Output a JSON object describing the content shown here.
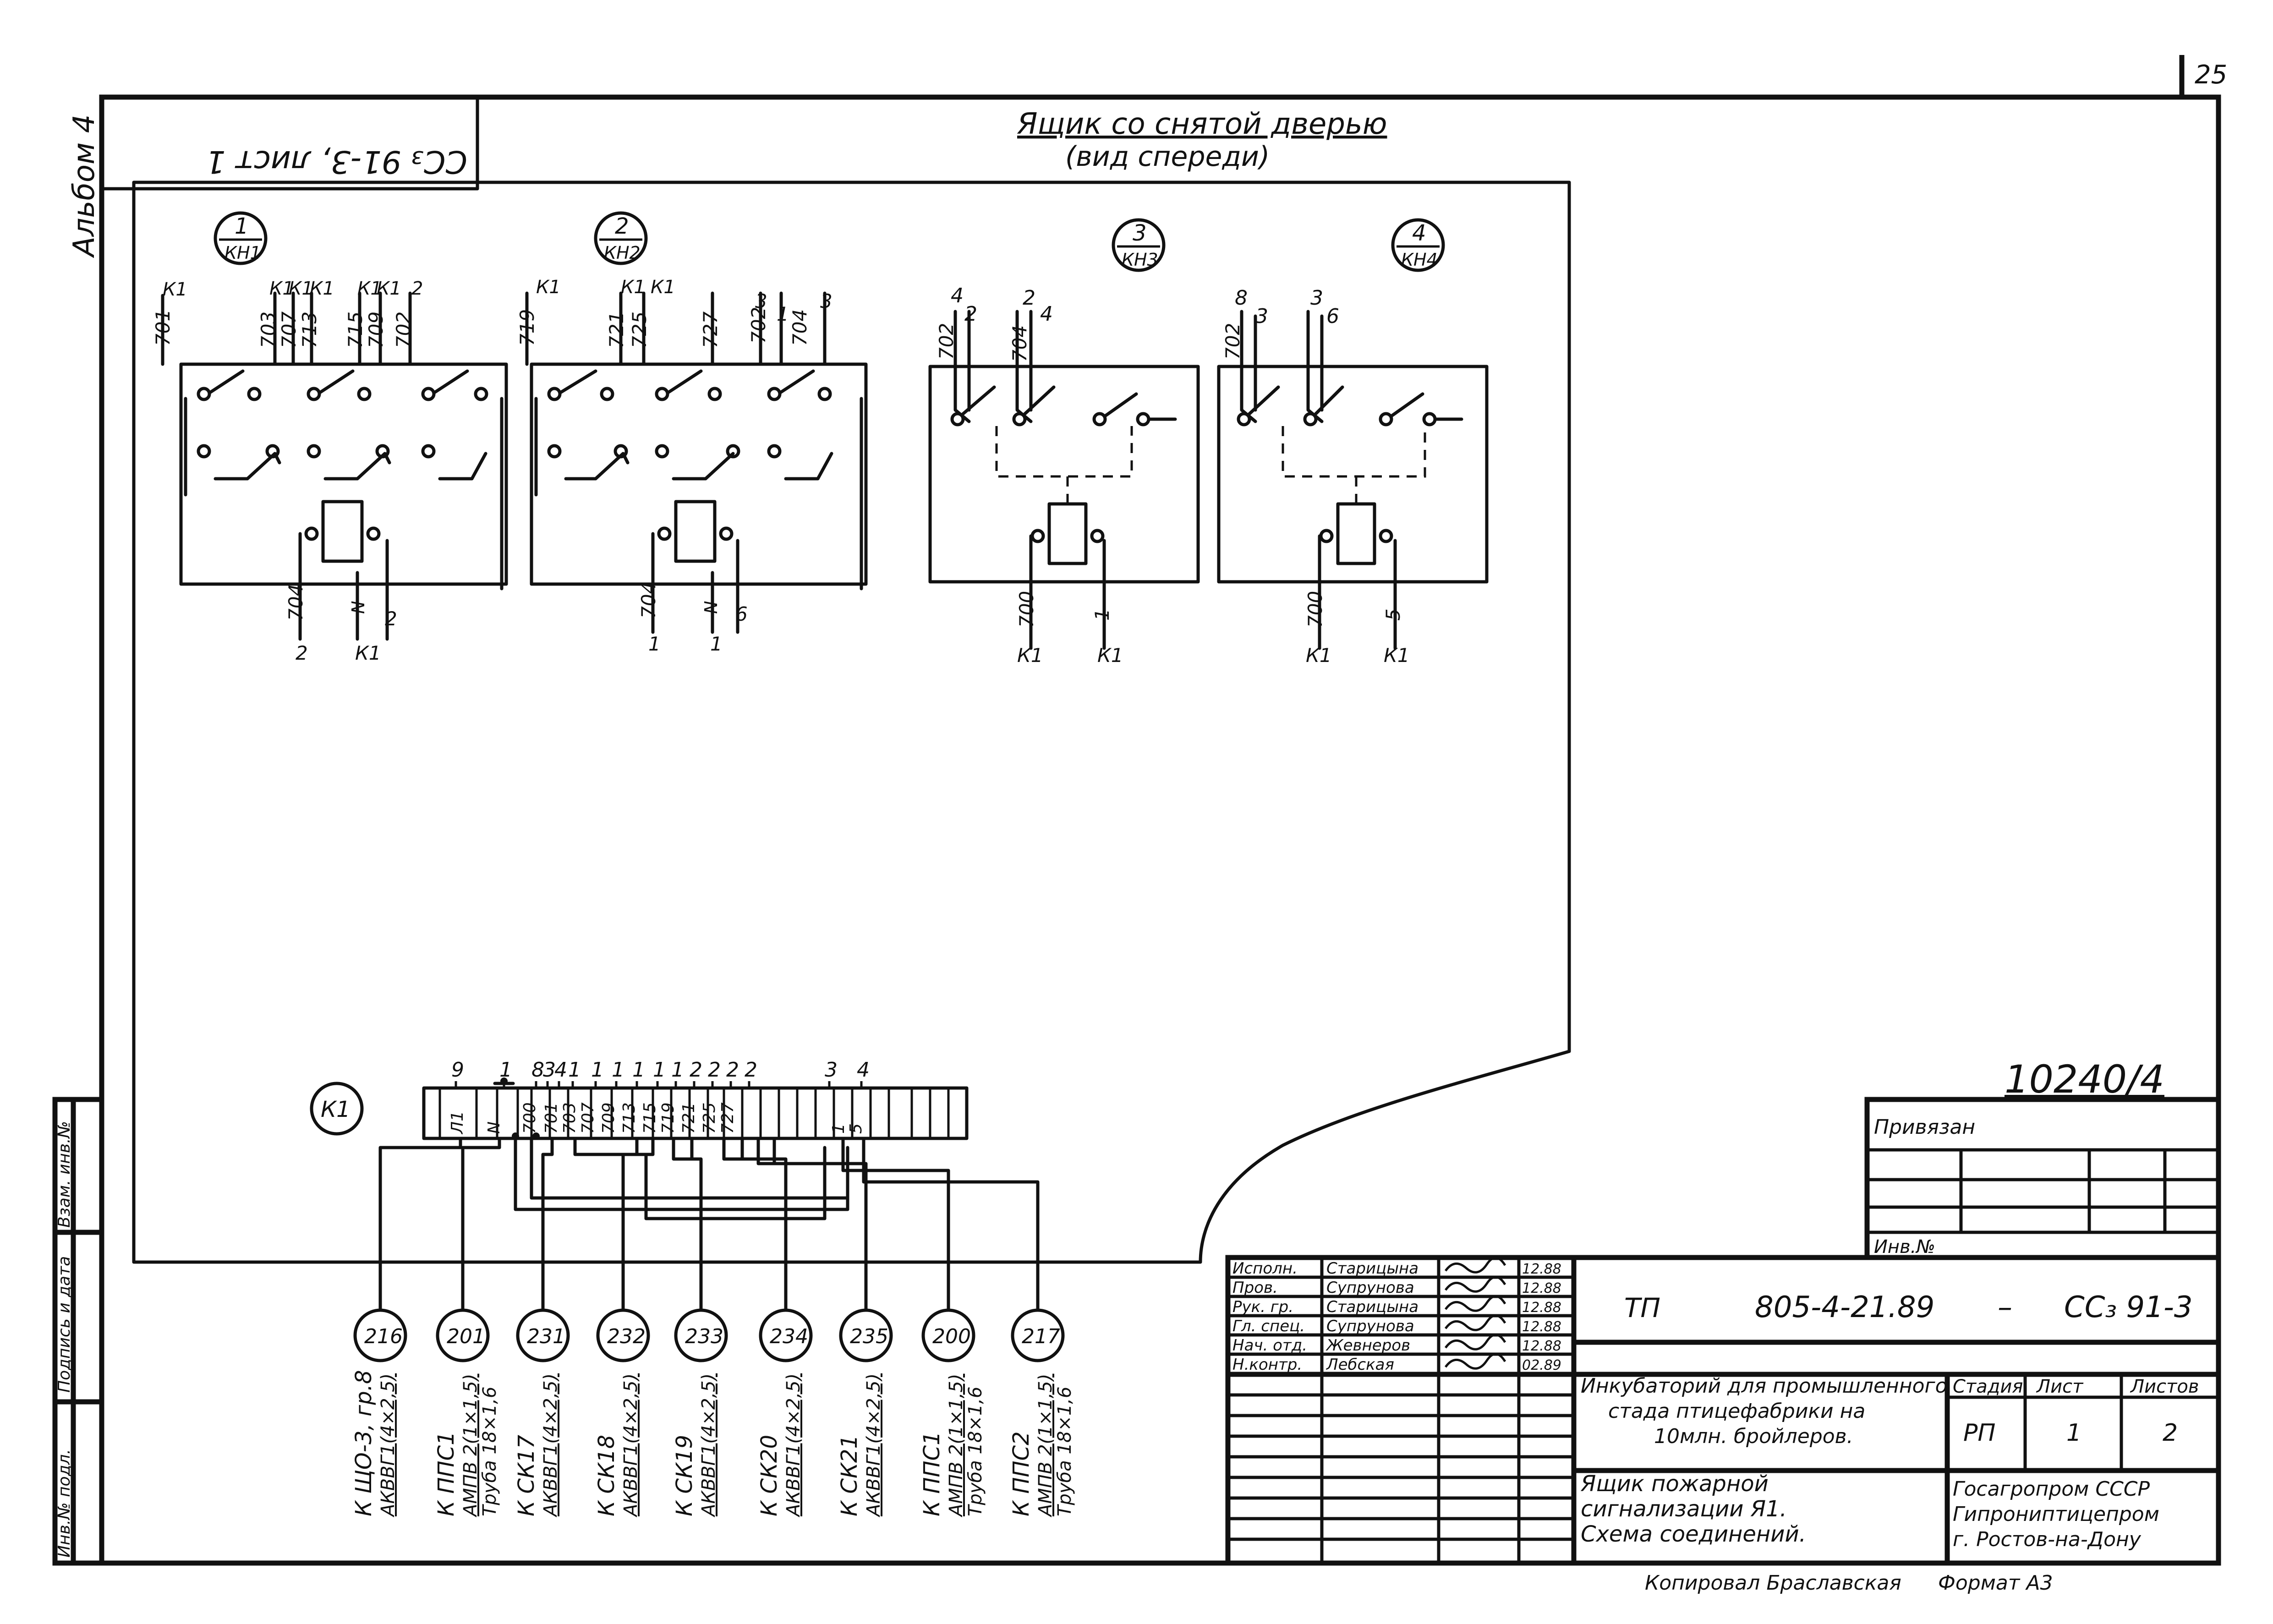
{
  "sheet": {
    "sheet_corner_number": "25",
    "album_label": "Альбом 4",
    "rotated_stamp": "СС₃ 91-3, лист 1",
    "view_title": "Ящик со снятой дверью",
    "view_subtitle": "(вид спереди)",
    "binding_number": "10240/4"
  },
  "relays": [
    {
      "id": "1",
      "tag": "КН1",
      "top_wires": [
        "701",
        "К1",
        "703",
        "К1",
        "707",
        "К1",
        "713",
        "К1",
        "715",
        "К1",
        "709",
        "К1",
        "702",
        "2"
      ],
      "bottom_wires": [
        "704",
        "2",
        "N",
        "К1",
        "2"
      ]
    },
    {
      "id": "2",
      "tag": "КН2",
      "top_wires": [
        "719",
        "К1",
        "721",
        "К1",
        "725",
        "К1",
        "727",
        "702",
        "3",
        "1",
        "704",
        "3"
      ],
      "bottom_wires": [
        "704",
        "1",
        "N",
        "1",
        "6"
      ]
    },
    {
      "id": "3",
      "tag": "КН3",
      "top_wires": [
        "702",
        "4",
        "2",
        "704",
        "2",
        "4"
      ],
      "bottom_wires": [
        "700",
        "К1",
        "1",
        "К1"
      ]
    },
    {
      "id": "4",
      "tag": "КН4",
      "top_wires": [
        "702",
        "8",
        "3",
        "3",
        "6"
      ],
      "bottom_wires": [
        "700",
        "К1",
        "5",
        "К1"
      ]
    }
  ],
  "terminal_block": {
    "tag": "К1",
    "top_numbers": [
      "9",
      "1",
      "8",
      "3",
      "4",
      "1",
      "1",
      "1",
      "1",
      "1",
      "1",
      "2",
      "2",
      "2",
      "2",
      "3",
      "4"
    ],
    "cells": [
      "Л1",
      "N",
      "700",
      "701",
      "703",
      "707",
      "709",
      "713",
      "715",
      "719",
      "721",
      "725",
      "727",
      "1",
      "5"
    ]
  },
  "cables": [
    {
      "number": "216",
      "dest": "К ЩО-3, гр.8",
      "cable": "АКВВГ1(4×2,5)",
      "pipe": ""
    },
    {
      "number": "201",
      "dest": "К ППС1",
      "cable": "АМПВ 2(1×1,5)",
      "pipe": "Труба 18×1,6"
    },
    {
      "number": "231",
      "dest": "К СК17",
      "cable": "АКВВГ1(4×2,5)",
      "pipe": ""
    },
    {
      "number": "232",
      "dest": "К СК18",
      "cable": "АКВВГ1(4×2,5)",
      "pipe": ""
    },
    {
      "number": "233",
      "dest": "К СК19",
      "cable": "АКВВГ1(4×2,5)",
      "pipe": ""
    },
    {
      "number": "234",
      "dest": "К СК20",
      "cable": "АКВВГ1(4×2,5)",
      "pipe": ""
    },
    {
      "number": "235",
      "dest": "К СК21",
      "cable": "АКВВГ1(4×2,5)",
      "pipe": ""
    },
    {
      "number": "200",
      "dest": "К ППС1",
      "cable": "АМПВ 2(1×1,5)",
      "pipe": "Труба 18×1,6"
    },
    {
      "number": "217",
      "dest": "К ППС2",
      "cable": "АМПВ 2(1×1,5)",
      "pipe": "Труба 18×1,6"
    }
  ],
  "left_strip": [
    "Инв.№ подл.",
    "Подпись и дата",
    "Взам. инв.№"
  ],
  "binding_block": {
    "label": "Привязан",
    "inv_label": "Инв.№"
  },
  "title_block": {
    "doc_code_prefix": "ТП",
    "doc_code": "805-4-21.89",
    "dash": "–",
    "doc_suffix": "СС₃ 91-3",
    "roles": [
      {
        "role": "Исполн.",
        "name": "Старицына",
        "date": "12.88"
      },
      {
        "role": "Пров.",
        "name": "Супрунова",
        "date": "12.88"
      },
      {
        "role": "Рук. гр.",
        "name": "Старицына",
        "date": "12.88"
      },
      {
        "role": "Гл. спец.",
        "name": "Супрунова",
        "date": "12.88"
      },
      {
        "role": "Нач. отд.",
        "name": "Жевнеров",
        "date": "12.88"
      },
      {
        "role": "Н.контр.",
        "name": "Лебская",
        "date": "02.89"
      }
    ],
    "project_line1": "Инкубаторий для промышленного",
    "project_line2": "стада птицефабрики на",
    "project_line3": "10млн. бройлеров.",
    "drawing_line1": "Ящик пожарной",
    "drawing_line2": "сигнализации  Я1.",
    "drawing_line3": "Схема  соединений.",
    "stage_label": "Стадия",
    "sheet_label": "Лист",
    "sheets_label": "Листов",
    "stage": "РП",
    "sheet_no": "1",
    "sheets_total": "2",
    "org_line1": "Госагропром СССР",
    "org_line2": "Гипрониптицепром",
    "org_line3": "г. Ростов-на-Дону",
    "copied_by": "Копировал Браславская",
    "format": "Формат А3"
  }
}
